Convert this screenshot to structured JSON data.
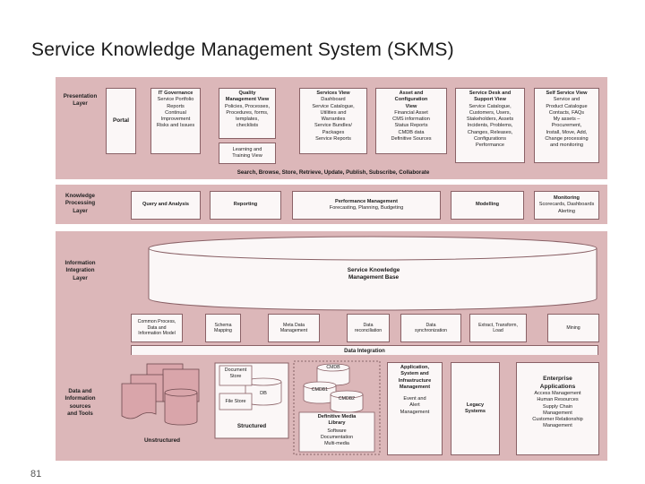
{
  "title": "Service Knowledge Management System (SKMS)",
  "page_number": "81",
  "layers": {
    "presentation": "Presentation\nLayer",
    "knowledge": "Knowledge\nProcessing\nLayer",
    "integration": "Information\nIntegration\nLayer",
    "sources": "Data and\nInformation\nsources\nand Tools"
  },
  "presentation": {
    "portal": "Portal",
    "views": [
      {
        "h": "IT Governance",
        "b": "Service Portfolio\nReports\nContinual\nImprovement\nRisks and Issues"
      },
      {
        "h": "Quality\nManagement View",
        "b": "Policies, Processes,\nProcedures, forms,\ntemplates,\nchecklists"
      },
      {
        "h": "Services View",
        "b": "Dashboard\nService Catalogue,\nUtilities and\nWarranties\nService Bundles/\nPackages\nService Reports"
      },
      {
        "h": "Asset and\nConfiguration\nView",
        "b": "Financial Asset\nCMS information\nStatus Reports\nCMDB data\nDefinitive Sources"
      },
      {
        "h": "Service Desk and\nSupport View",
        "b": "Service Catalogue,\nCustomers, Users,\nStakeholders, Assets\nIncidents, Problems,\nChanges, Releases,\nConfigurations\nPerformance"
      },
      {
        "h": "Self Service View",
        "b": "Service and\nProduct Catalogue\nContacts, FAQs\nMy assets –\nProcurement,\nInstall, Move, Add,\nChange processing\nand monitoring"
      }
    ],
    "learning": "Learning and\nTraining View",
    "search_bar": "Search, Browse, Store, Retrieve, Update, Publish, Subscribe, Collaborate"
  },
  "knowledge": {
    "query": "Query and Analysis",
    "reporting": "Reporting",
    "performance_title": "Performance Management",
    "performance_sub": "Forecasting, Planning, Budgeting",
    "modelling": "Modelling",
    "monitoring_title": "Monitoring",
    "monitoring_sub": "Scorecards, Dashboards\nAlerting"
  },
  "integration": {
    "base": "Service Knowledge\nManagement Base",
    "components": [
      "Common Process,\nData and\nInformation Model",
      "Schema\nMapping",
      "Meta Data\nManagement",
      "Data\nreconciliation",
      "Data\nsynchronization",
      "Extract, Transform,\nLoad",
      "Mining"
    ],
    "data_integration": "Data Integration"
  },
  "sources": {
    "unstructured": "Unstructured",
    "document_store": "Document\nStore",
    "file_store": "File Store",
    "db": "DB",
    "structured": "Structured",
    "cmdb": "CMDB",
    "cmdb1": "CMDB1",
    "cmdb2": "CMDB2",
    "dml_title": "Definitive Media\nLibrary",
    "dml_sub": "Software\nDocumentation\nMulti-media",
    "app_title": "Application,\nSystem and\nInfrastructure\nManagement",
    "app_sub": "Event and\nAlert\nManagement",
    "legacy": "Legacy\nSystems",
    "enterprise_title": "Enterprise\nApplications",
    "enterprise_sub": "Access Management\nHuman Resources\nSupply Chain\nManagement\nCustomer Relationship\nManagement"
  },
  "colors": {
    "band": "#dcb7b9",
    "box_fill": "#fbf7f7",
    "border": "#8a6166",
    "doc_fill": "#d9a5aa"
  }
}
